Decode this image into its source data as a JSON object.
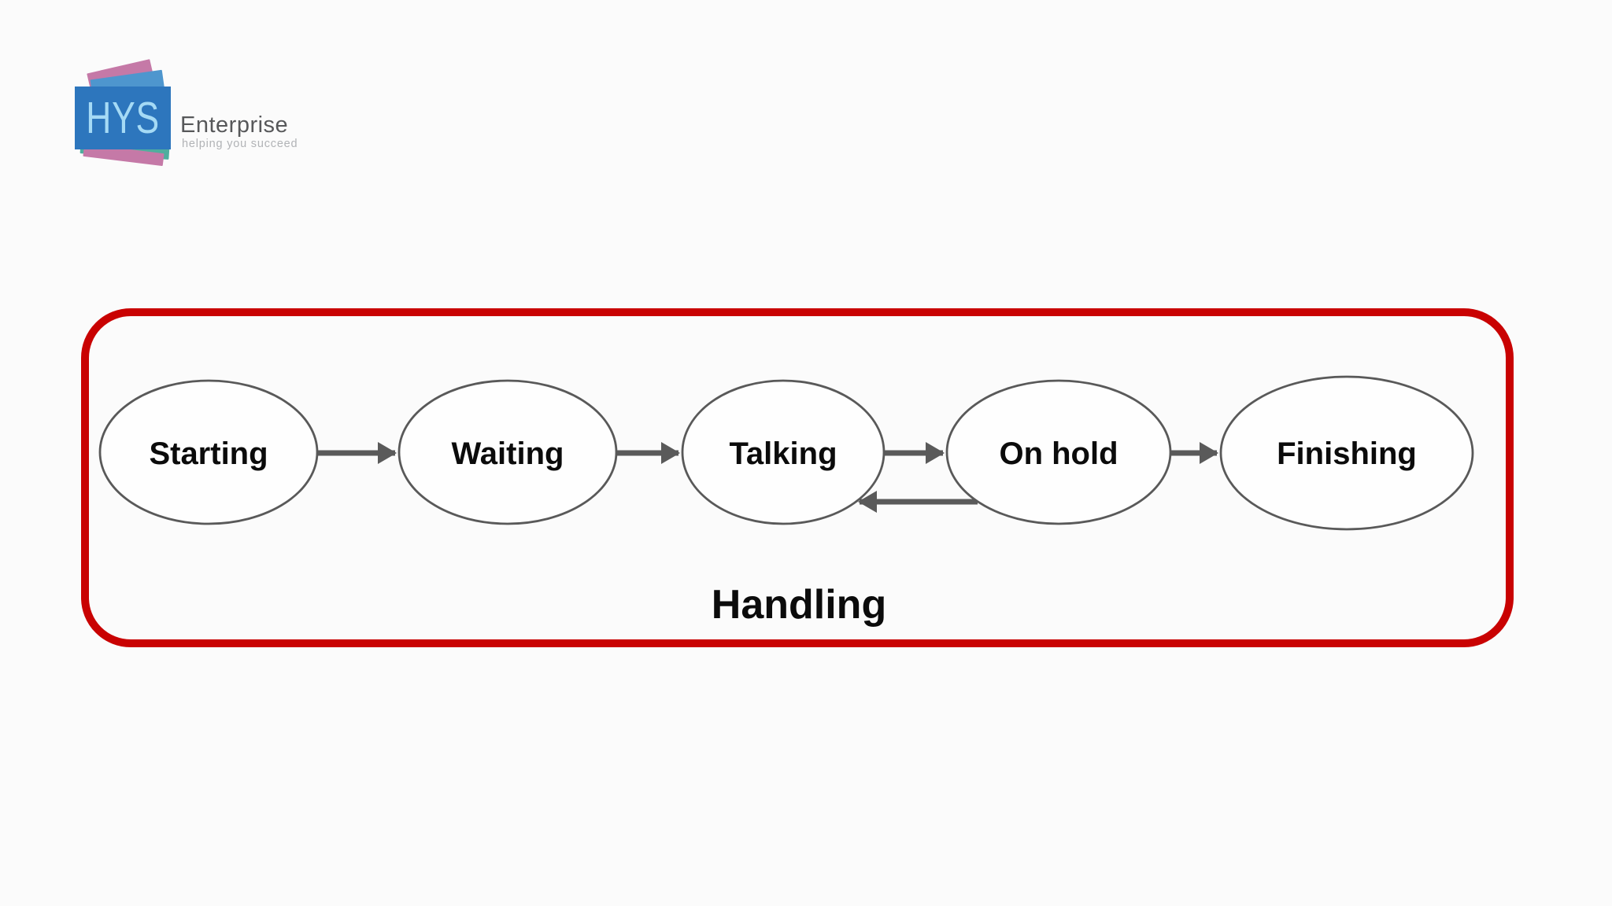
{
  "logo": {
    "acronym": "HYS",
    "company": "Enterprise",
    "tagline": "helping you succeed",
    "colors": {
      "card_blue": "#2d76bd",
      "acronym_blue": "#a5daf5",
      "sheet_pink": "#c579a7",
      "sheet_blue": "#4e96ce",
      "sheet_teal": "#4fae9e"
    }
  },
  "diagram": {
    "type": "state-flow",
    "group_label": "Handling",
    "nodes": [
      {
        "label": "Starting"
      },
      {
        "label": "Waiting"
      },
      {
        "label": "Talking"
      },
      {
        "label": "On hold"
      },
      {
        "label": "Finishing"
      }
    ],
    "edges": [
      {
        "from": "Starting",
        "to": "Waiting"
      },
      {
        "from": "Waiting",
        "to": "Talking"
      },
      {
        "from": "Talking",
        "to": "On hold"
      },
      {
        "from": "On hold",
        "to": "Talking"
      },
      {
        "from": "On hold",
        "to": "Finishing"
      }
    ],
    "colors": {
      "group_border": "#c90202",
      "node_fill": "#fefefe",
      "node_stroke": "#595959",
      "arrow": "#5a5a5a",
      "label": "#0b0b0b",
      "background": "#fbfbfb"
    }
  }
}
